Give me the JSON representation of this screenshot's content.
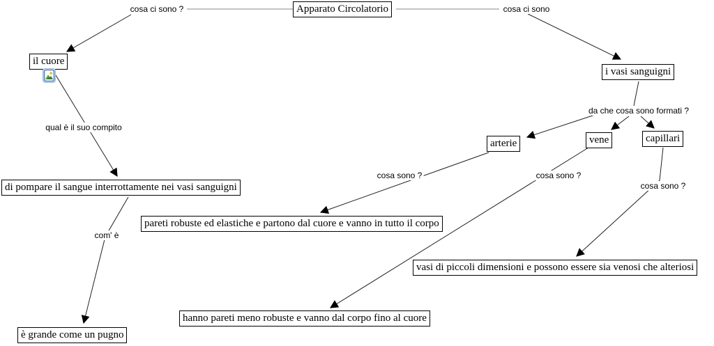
{
  "map_title": "Apparato Circolatorio",
  "concepts": {
    "root": "Apparato Circolatorio",
    "cuore": "il cuore",
    "vasi": "i vasi sanguigni",
    "arterie": "arterie",
    "vene": "vene",
    "capillari": "capillari",
    "pompare": "di pompare il sangue interrottamente nei vasi sanguigni",
    "pareti_robuste": "pareti robuste ed elastiche e partono dal cuore e vanno in tutto il corpo",
    "vasi_piccoli": "vasi di piccoli dimensioni e possono essere sia venosi che alteriosi",
    "pareti_meno": "hanno pareti meno robuste e vanno dal corpo fino al cuore",
    "pugno": "è grande come un pugno"
  },
  "links": {
    "cosa_ci_sono_q": "cosa ci sono ?",
    "cosa_ci_sono": "cosa ci sono",
    "qual_compito": "qual è il suo compito",
    "formati": "da che cosa sono formati ?",
    "cosa_sono_arterie": "cosa sono ?",
    "cosa_sono_vene": "cosa sono ?",
    "cosa_sono_capillari": "cosa sono ?",
    "com_e": "com' è"
  },
  "icons": {
    "cuore_resource": "image-resource-icon"
  },
  "colors": {
    "line_dark": "#1f1f1f",
    "line_gray": "#888888",
    "box_border": "#000000",
    "box_bg": "#ffffff",
    "icon_border": "#4f81bd",
    "icon_mountain": "#3a7d2c",
    "icon_sun": "#f2c12e"
  }
}
